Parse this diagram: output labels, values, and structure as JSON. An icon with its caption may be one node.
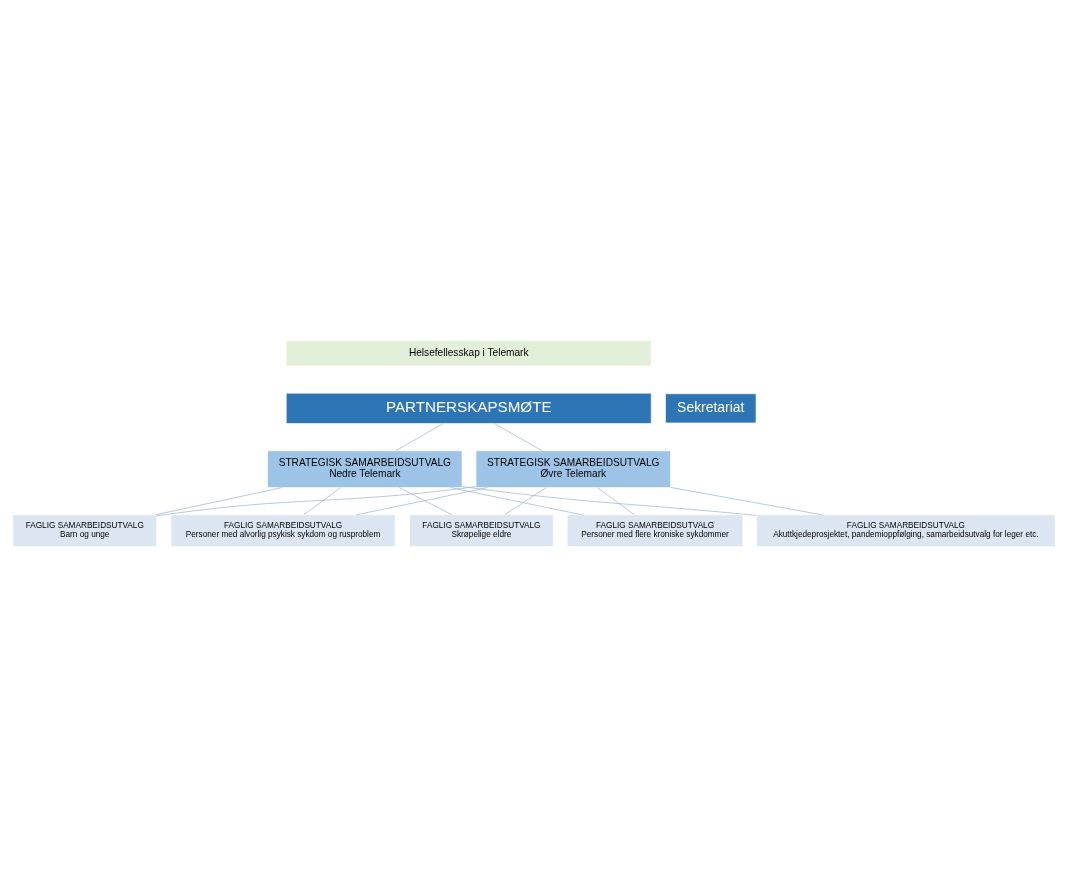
{
  "diagram": {
    "nodes": [
      {
        "text": [
          "Helsefellesskap i Telemark"
        ]
      },
      {
        "text": [
          "Sekretariat"
        ]
      },
      {
        "text": [
          "PARTNERSKAPSMØTE"
        ]
      },
      {
        "text": [
          "STRATEGISK SAMARBEIDSUTVALG",
          "Nedre Telemark"
        ]
      },
      {
        "text": [
          "STRATEGISK SAMARBEIDSUTVALG",
          "Øvre Telemark"
        ]
      },
      {
        "text": [
          "FAGLIG SAMARBEIDSUTVALG",
          "Akuttkjedeprosjektet, pandemioppfølging, samarbeidsutvalg for leger etc."
        ]
      },
      {
        "text": [
          "FAGLIG SAMARBEIDSUTVALG",
          "Barn og unge"
        ]
      },
      {
        "text": [
          "FAGLIG SAMARBEIDSUTVALG",
          "Personer med alvorlig psykisk sykdom og rusproblem"
        ]
      },
      {
        "text": [
          "FAGLIG SAMARBEIDSUTVALG",
          "Skrøpelige eldre"
        ]
      },
      {
        "text": [
          "FAGLIG SAMARBEIDSUTVALG",
          "Personer med flere kroniske sykdommer"
        ]
      }
    ],
    "edges": [
      {
        "from": 2,
        "to": 3,
        "arrow": "none"
      },
      {
        "from": 2,
        "to": 4,
        "arrow": "none"
      },
      {
        "from": 3,
        "to": 5,
        "arrow": "none"
      },
      {
        "from": 3,
        "to": 6,
        "arrow": "none"
      },
      {
        "from": 3,
        "to": 7,
        "arrow": "none"
      },
      {
        "from": 3,
        "to": 8,
        "arrow": "none"
      },
      {
        "from": 3,
        "to": 9,
        "arrow": "none"
      },
      {
        "from": 4,
        "to": 5,
        "arrow": "none"
      },
      {
        "from": 4,
        "to": 6,
        "arrow": "none"
      },
      {
        "from": 4,
        "to": 7,
        "arrow": "none"
      },
      {
        "from": 4,
        "to": 8,
        "arrow": "none"
      },
      {
        "from": 4,
        "to": 9,
        "arrow": "none"
      }
    ]
  }
}
